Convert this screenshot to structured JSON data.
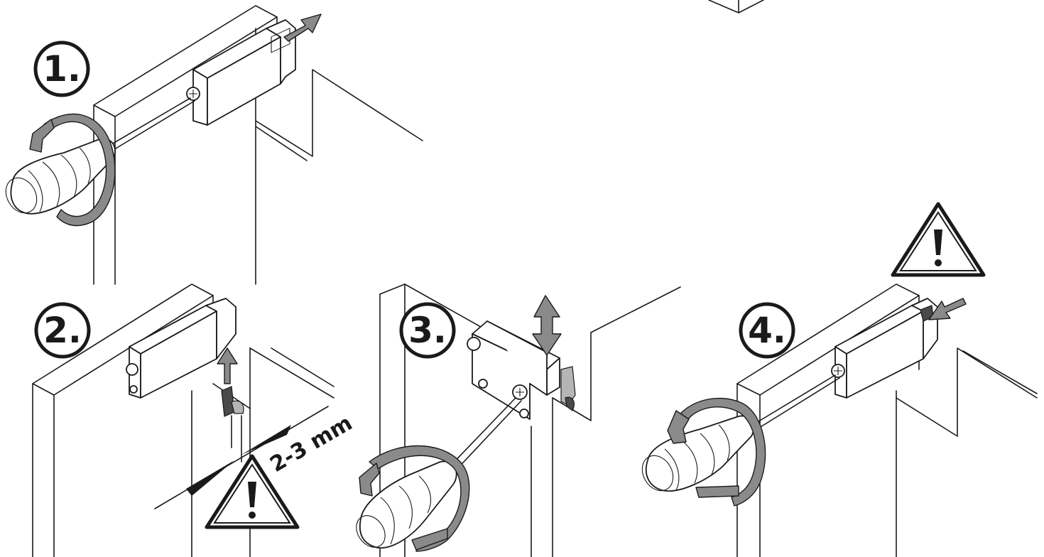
{
  "steps": [
    {
      "label": "1."
    },
    {
      "label": "2."
    },
    {
      "label": "3."
    },
    {
      "label": "4."
    }
  ],
  "dimension": {
    "text": "2-3 mm"
  },
  "icons": {
    "warning": "warning-triangle-icon",
    "screwdriver": "screwdriver-icon",
    "rotate": "rotate-arrow-icon",
    "move": "direction-arrow-icon"
  },
  "colors": {
    "line": "#1a1a1a",
    "arrow": "#8a8a8a",
    "background": "#ffffff"
  }
}
